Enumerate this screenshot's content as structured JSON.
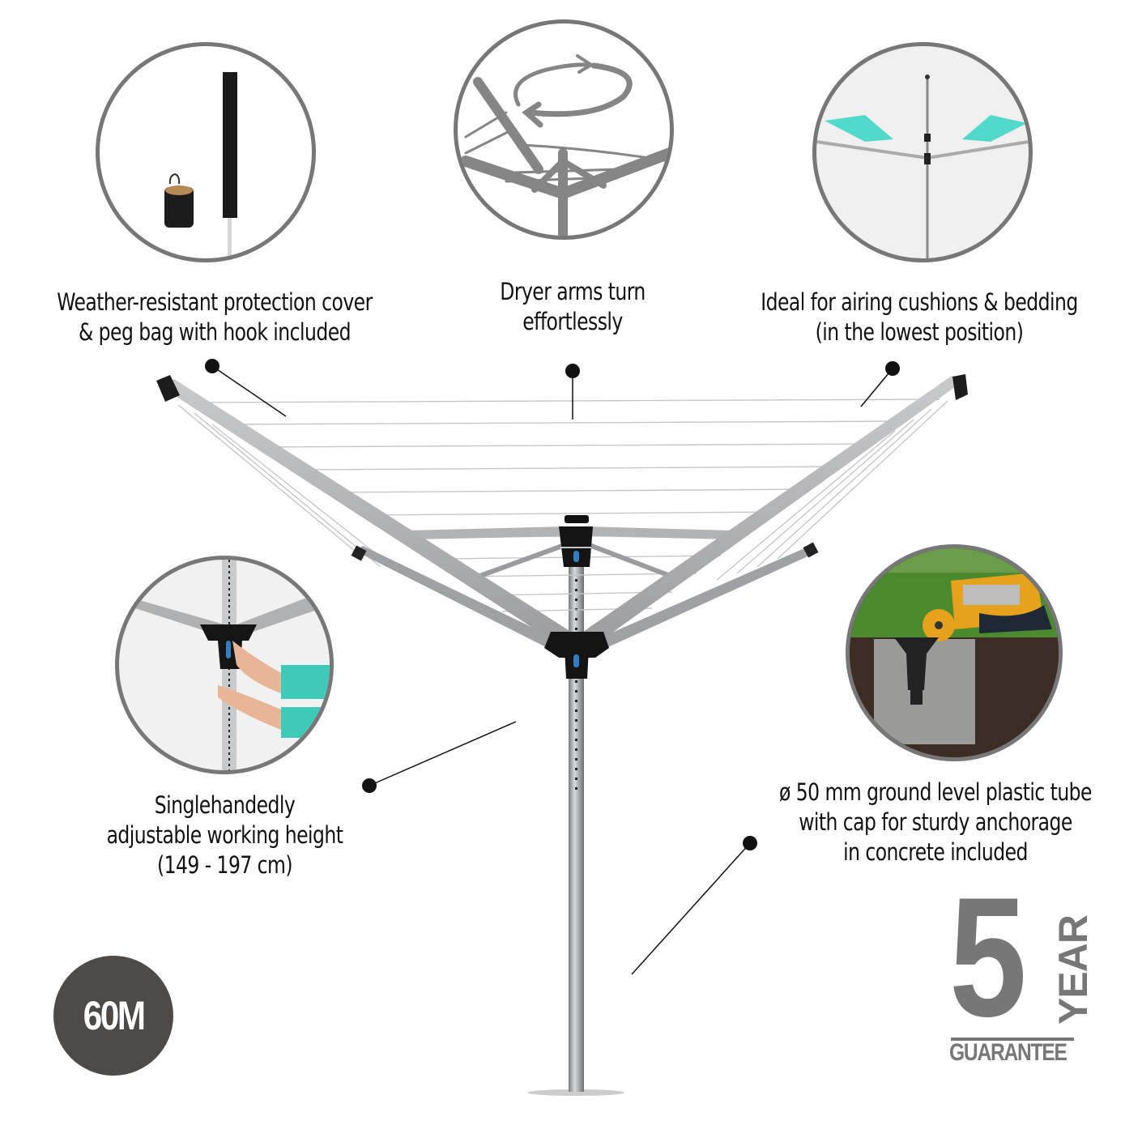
{
  "features": {
    "protection_cover": {
      "line1": "Weather-resistant protection cover",
      "line2": "& peg bag with hook included",
      "image": "protection-cover-and-peg-bag-photo"
    },
    "rotating_arms": {
      "line1": "Dryer arms turn",
      "line2": "effortlessly",
      "image": "rotating-arms-line-icon"
    },
    "cushions_bedding": {
      "line1": "Ideal for airing cushions & bedding",
      "line2": "(in the lowest position)",
      "image": "cushions-on-dryer-photo"
    },
    "adjustable_height": {
      "line1": "Singlehandedly",
      "line2": "adjustable working height",
      "line3": "(149 - 197 cm)",
      "image": "hand-adjusting-height-photo"
    },
    "ground_tube": {
      "line1": "ø 50 mm ground level plastic tube",
      "line2": "with cap for sturdy anchorage",
      "line3": "in concrete included",
      "image": "ground-tube-in-concrete-photo"
    }
  },
  "badges": {
    "line_length": "60M",
    "guarantee": {
      "number": "5",
      "unit": "YEAR",
      "label": "GUARANTEE"
    }
  },
  "colors": {
    "circle_border": "#777777",
    "badge_bg": "#4e4a47",
    "guarantee_gray": "#777777",
    "accent_blue": "#2f7fc1",
    "aluminium": "#b8b9bb",
    "cushion_teal": "#3fd6c6"
  }
}
